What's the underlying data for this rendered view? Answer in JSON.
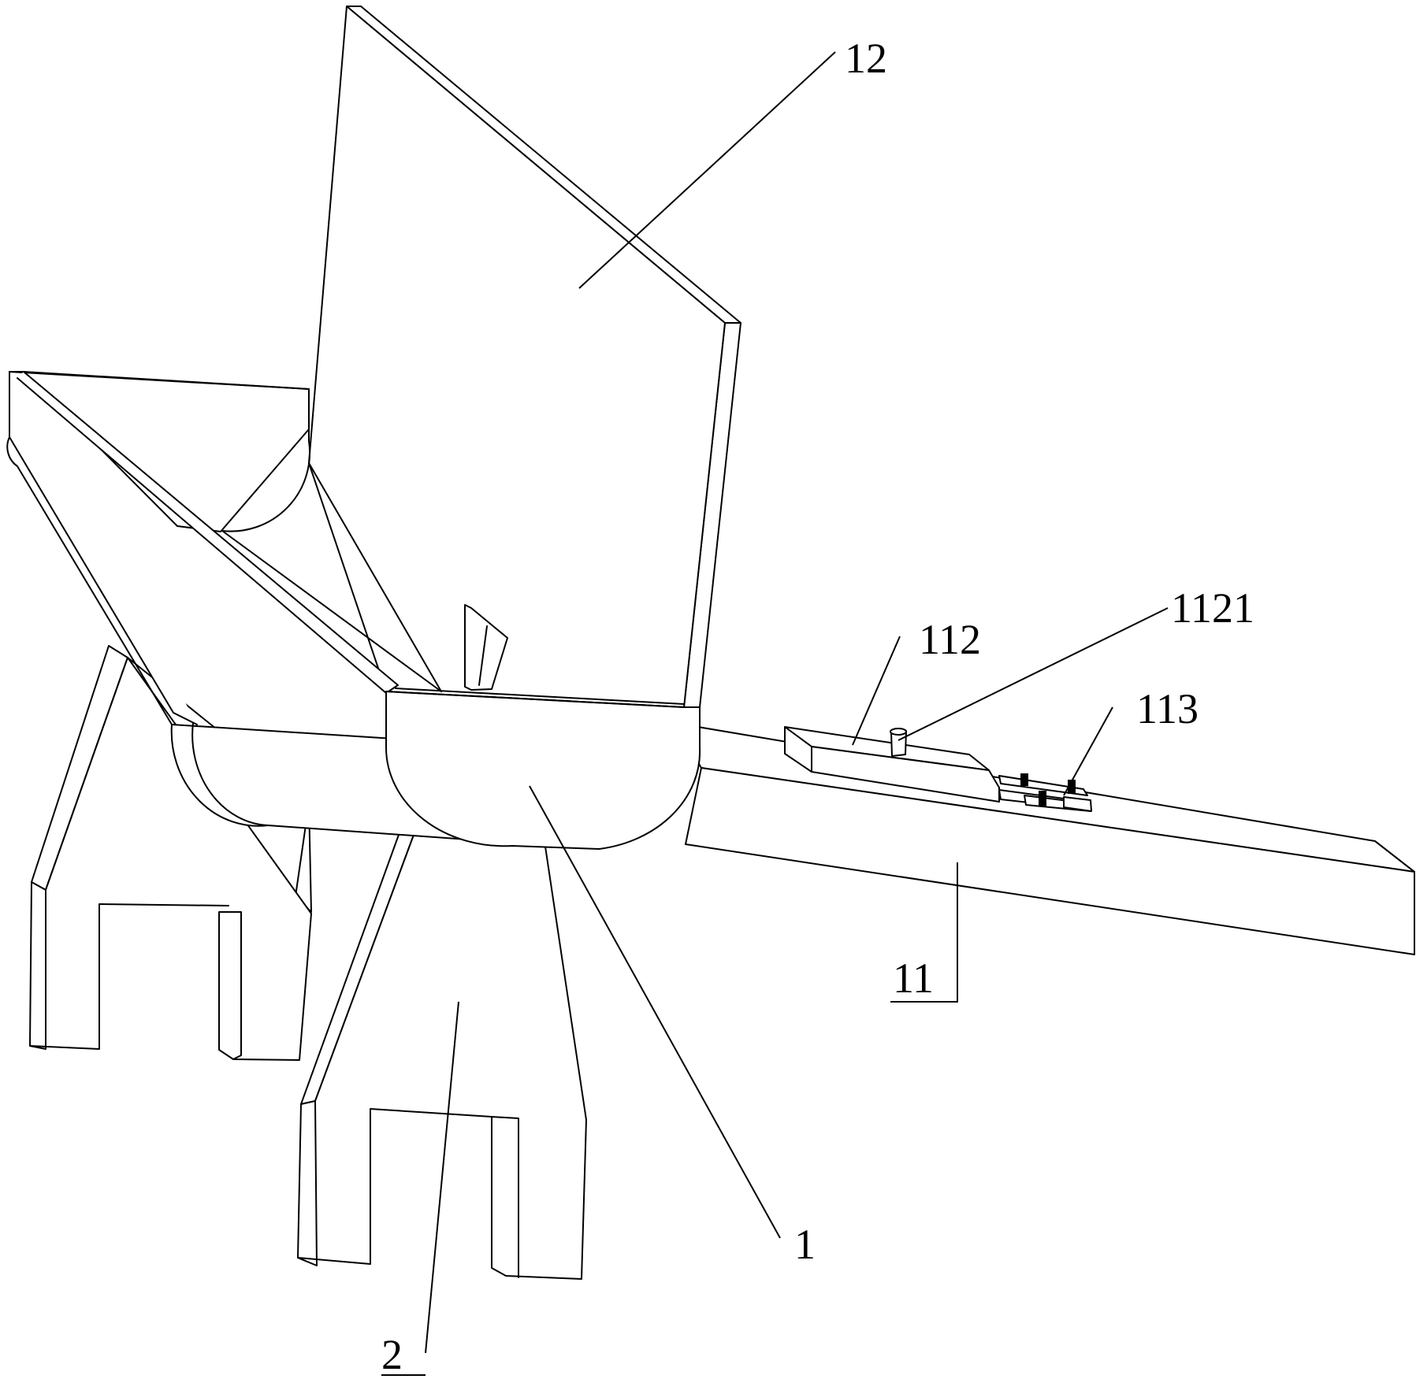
{
  "figure": {
    "background": "#ffffff",
    "stroke_color": "#000000",
    "labels": {
      "label_12": "12",
      "label_1121": "1121",
      "label_112": "112",
      "label_113": "113",
      "label_11": "11",
      "label_1": "1",
      "label_2": "2"
    }
  }
}
